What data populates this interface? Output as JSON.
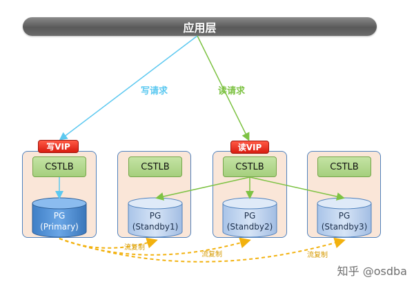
{
  "app_layer": {
    "label": "应用层"
  },
  "write_request": {
    "label": "写请求",
    "color": "#5bc8f0"
  },
  "read_request": {
    "label": "读请求",
    "color": "#7dc243"
  },
  "write_vip": {
    "label": "写VIP"
  },
  "read_vip": {
    "label": "读VIP"
  },
  "nodes": [
    {
      "lb_label": "CSTLB",
      "db_name": "PG",
      "db_role": "(Primary)"
    },
    {
      "lb_label": "CSTLB",
      "db_name": "PG",
      "db_role": "(Standby1)"
    },
    {
      "lb_label": "CSTLB",
      "db_name": "PG",
      "db_role": "(Standby2)"
    },
    {
      "lb_label": "CSTLB",
      "db_name": "PG",
      "db_role": "(Standby3)"
    }
  ],
  "replication": {
    "label": "流复制",
    "color": "#f2b10e"
  },
  "watermark": {
    "text": "知乎 @osdba"
  }
}
